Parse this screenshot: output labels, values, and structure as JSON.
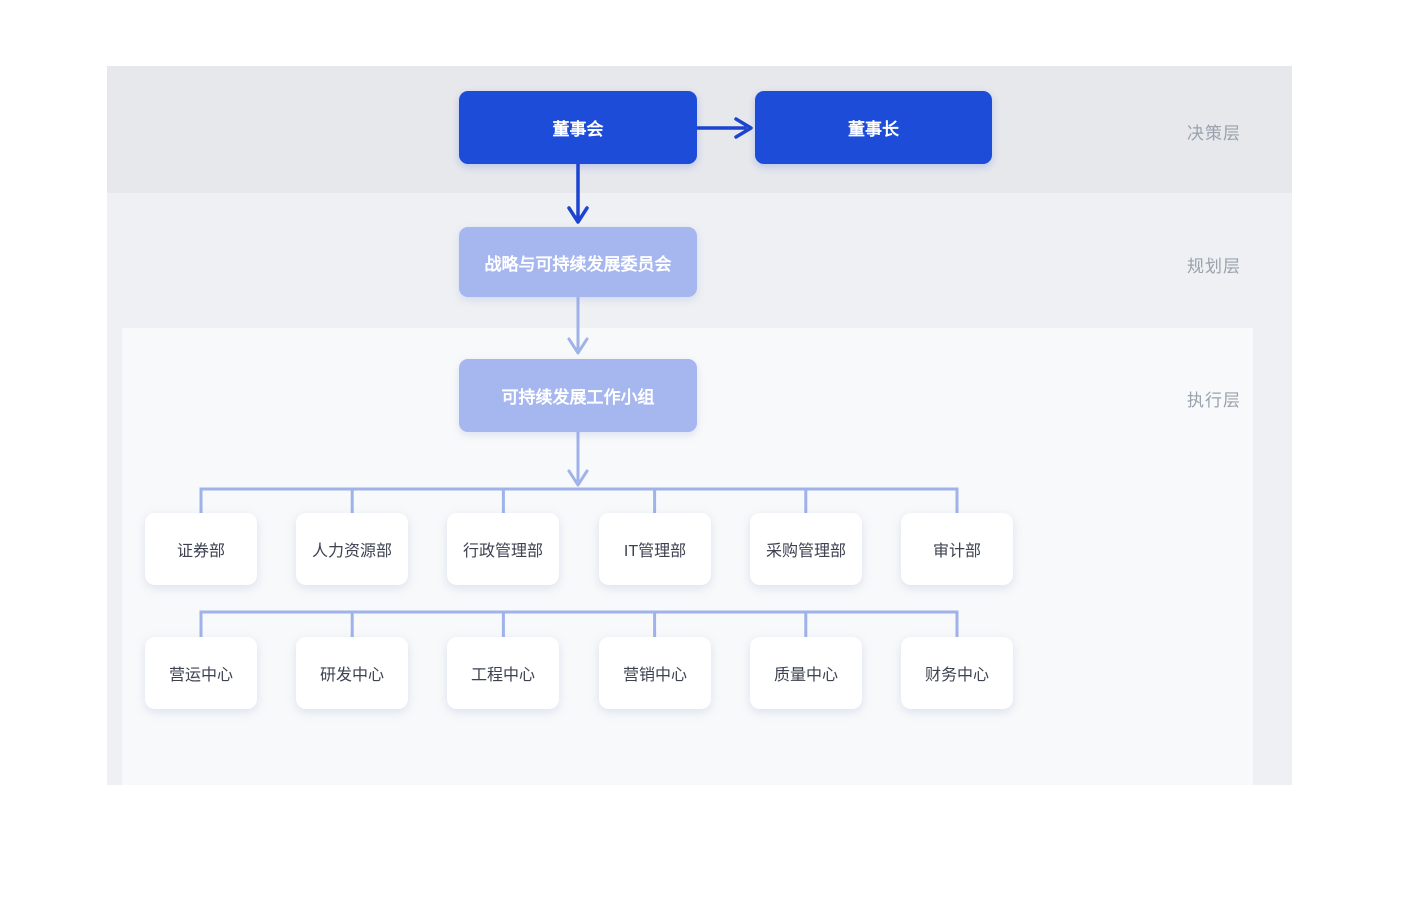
{
  "layers": [
    {
      "label": "决策层"
    },
    {
      "label": "规划层"
    },
    {
      "label": "执行层"
    }
  ],
  "nodes": {
    "board": "董事会",
    "chairman": "董事长",
    "committee": "战略与可持续发展委员会",
    "workgroup": "可持续发展工作小组"
  },
  "departments": [
    "证券部",
    "人力资源部",
    "行政管理部",
    "IT管理部",
    "采购管理部",
    "审计部"
  ],
  "centers": [
    "营运中心",
    "研发中心",
    "工程中心",
    "营销中心",
    "质量中心",
    "财务中心"
  ],
  "colors": {
    "primary_blue": "#1d4cd8",
    "arrow_blue": "#1c44d0",
    "light_blue": "#a6b6ef",
    "connector_blue": "#9fb2ea",
    "band_decision": "#e7e8ec",
    "band_planning": "#eef0f3",
    "panel_execution": "#f8f9fa",
    "label_gray": "#9aa2ad",
    "leaf_text": "#3c4250"
  }
}
